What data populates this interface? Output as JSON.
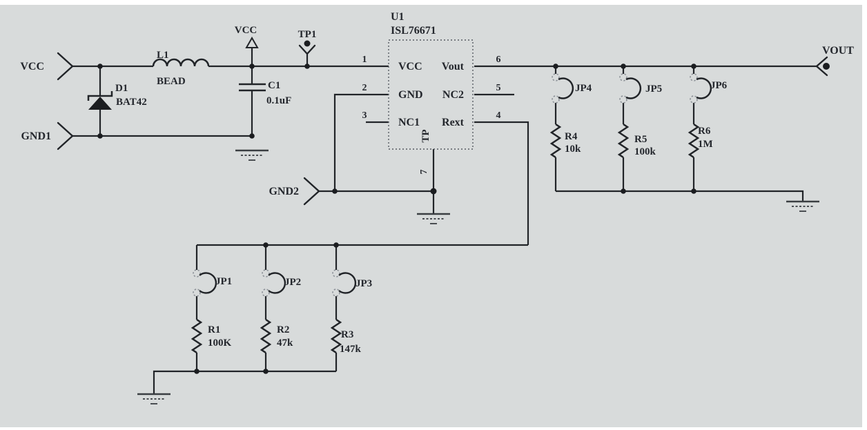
{
  "schematic": {
    "connectors": {
      "vcc": "VCC",
      "gnd1": "GND1",
      "gnd2": "GND2",
      "vout": "VOUT"
    },
    "power_flags": {
      "vcc": "VCC"
    },
    "test_points": {
      "tp1": "TP1"
    },
    "ic": {
      "ref": "U1",
      "part": "ISL76671",
      "pins_left": [
        {
          "num": "1",
          "name": "VCC"
        },
        {
          "num": "2",
          "name": "GND"
        },
        {
          "num": "3",
          "name": "NC1"
        }
      ],
      "pins_right": [
        {
          "num": "6",
          "name": "Vout"
        },
        {
          "num": "5",
          "name": "NC2"
        },
        {
          "num": "4",
          "name": "Rext"
        }
      ],
      "pin_bottom": {
        "num": "7",
        "name": "TP"
      }
    },
    "components": {
      "d1": {
        "ref": "D1",
        "value": "BAT42"
      },
      "l1": {
        "ref": "L1",
        "value": "BEAD"
      },
      "c1": {
        "ref": "C1",
        "value": "0.1uF"
      },
      "r1": {
        "ref": "R1",
        "value": "100K"
      },
      "r2": {
        "ref": "R2",
        "value": "47k"
      },
      "r3": {
        "ref": "R3",
        "value": "147k"
      },
      "r4": {
        "ref": "R4",
        "value": "10k"
      },
      "r5": {
        "ref": "R5",
        "value": "100k"
      },
      "r6": {
        "ref": "R6",
        "value": "1M"
      },
      "jp1": {
        "ref": "JP1"
      },
      "jp2": {
        "ref": "JP2"
      },
      "jp3": {
        "ref": "JP3"
      },
      "jp4": {
        "ref": "JP4"
      },
      "jp5": {
        "ref": "JP5"
      },
      "jp6": {
        "ref": "JP6"
      }
    }
  }
}
